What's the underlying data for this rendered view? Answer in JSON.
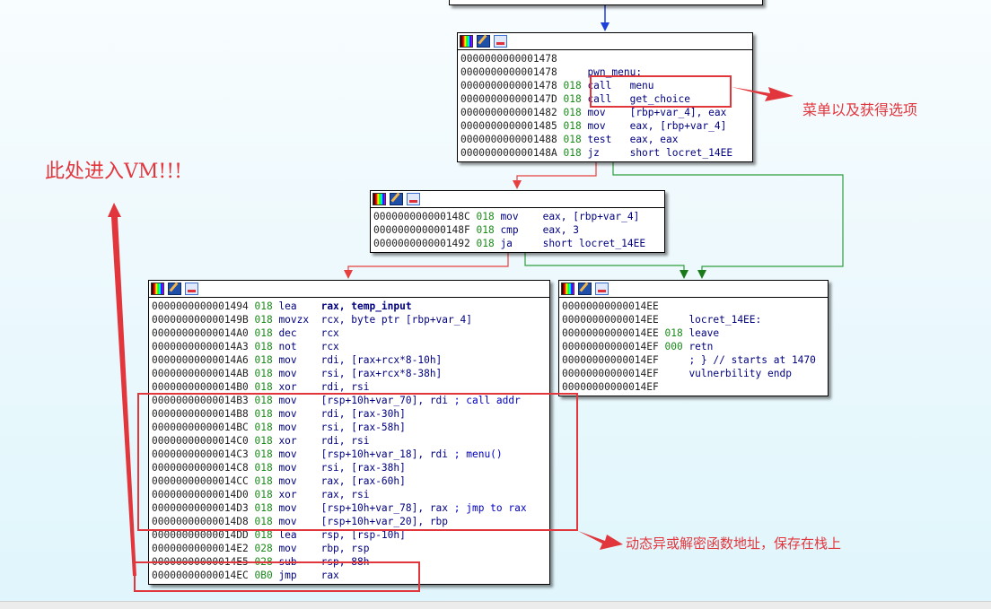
{
  "top_node": {
    "rows": [
      {
        "addr": "0000000000001478",
        "sp": "",
        "mn": "",
        "op": ""
      },
      {
        "addr": "0000000000001478",
        "sp": "",
        "mn": "",
        "op": "pwn_menu:",
        "label": true
      },
      {
        "addr": "0000000000001478",
        "sp": "018",
        "mn": "call",
        "op": "menu"
      },
      {
        "addr": "000000000000147D",
        "sp": "018",
        "mn": "call",
        "op": "get_choice"
      },
      {
        "addr": "0000000000001482",
        "sp": "018",
        "mn": "mov",
        "op": "[rbp+var_4], eax"
      },
      {
        "addr": "0000000000001485",
        "sp": "018",
        "mn": "mov",
        "op": "eax, [rbp+var_4]"
      },
      {
        "addr": "0000000000001488",
        "sp": "018",
        "mn": "test",
        "op": "eax, eax"
      },
      {
        "addr": "000000000000148A",
        "sp": "018",
        "mn": "jz",
        "op": "short locret_14EE"
      }
    ]
  },
  "mid_node": {
    "rows": [
      {
        "addr": "000000000000148C",
        "sp": "018",
        "mn": "mov",
        "op": "eax, [rbp+var_4]"
      },
      {
        "addr": "000000000000148F",
        "sp": "018",
        "mn": "cmp",
        "op": "eax, 3"
      },
      {
        "addr": "0000000000001492",
        "sp": "018",
        "mn": "ja",
        "op": "short locret_14EE"
      }
    ]
  },
  "left_node": {
    "rows": [
      {
        "addr": "0000000000001494",
        "sp": "018",
        "mn": "lea",
        "op": "rax, temp_input"
      },
      {
        "addr": "000000000000149B",
        "sp": "018",
        "mn": "movzx",
        "op": "rcx, byte ptr [rbp+var_4]"
      },
      {
        "addr": "00000000000014A0",
        "sp": "018",
        "mn": "dec",
        "op": "rcx"
      },
      {
        "addr": "00000000000014A3",
        "sp": "018",
        "mn": "not",
        "op": "rcx"
      },
      {
        "addr": "00000000000014A6",
        "sp": "018",
        "mn": "mov",
        "op": "rdi, [rax+rcx*8-10h]"
      },
      {
        "addr": "00000000000014AB",
        "sp": "018",
        "mn": "mov",
        "op": "rsi, [rax+rcx*8-38h]"
      },
      {
        "addr": "00000000000014B0",
        "sp": "018",
        "mn": "xor",
        "op": "rdi, rsi"
      },
      {
        "addr": "00000000000014B3",
        "sp": "018",
        "mn": "mov",
        "op": "[rsp+10h+var_70], rdi ; call addr"
      },
      {
        "addr": "00000000000014B8",
        "sp": "018",
        "mn": "mov",
        "op": "rdi, [rax-30h]"
      },
      {
        "addr": "00000000000014BC",
        "sp": "018",
        "mn": "mov",
        "op": "rsi, [rax-58h]"
      },
      {
        "addr": "00000000000014C0",
        "sp": "018",
        "mn": "xor",
        "op": "rdi, rsi"
      },
      {
        "addr": "00000000000014C3",
        "sp": "018",
        "mn": "mov",
        "op": "[rsp+10h+var_18], rdi ; menu()"
      },
      {
        "addr": "00000000000014C8",
        "sp": "018",
        "mn": "mov",
        "op": "rsi, [rax-38h]"
      },
      {
        "addr": "00000000000014CC",
        "sp": "018",
        "mn": "mov",
        "op": "rax, [rax-60h]"
      },
      {
        "addr": "00000000000014D0",
        "sp": "018",
        "mn": "xor",
        "op": "rax, rsi"
      },
      {
        "addr": "00000000000014D3",
        "sp": "018",
        "mn": "mov",
        "op": "[rsp+10h+var_78], rax ; jmp to rax"
      },
      {
        "addr": "00000000000014D8",
        "sp": "018",
        "mn": "mov",
        "op": "[rsp+10h+var_20], rbp"
      },
      {
        "addr": "00000000000014DD",
        "sp": "018",
        "mn": "lea",
        "op": "rsp, [rsp-10h]"
      },
      {
        "addr": "00000000000014E2",
        "sp": "028",
        "mn": "mov",
        "op": "rbp, rsp"
      },
      {
        "addr": "00000000000014E5",
        "sp": "028",
        "mn": "sub",
        "op": "rsp, 88h"
      },
      {
        "addr": "00000000000014EC",
        "sp": "0B0",
        "mn": "jmp",
        "op": "rax"
      }
    ]
  },
  "right_node": {
    "rows": [
      {
        "addr": "00000000000014EE",
        "sp": "",
        "mn": "",
        "op": ""
      },
      {
        "addr": "00000000000014EE",
        "sp": "",
        "mn": "",
        "op": "locret_14EE:",
        "label": true
      },
      {
        "addr": "00000000000014EE",
        "sp": "018",
        "mn": "leave",
        "op": ""
      },
      {
        "addr": "00000000000014EF",
        "sp": "000",
        "mn": "retn",
        "op": ""
      },
      {
        "addr": "00000000000014EF",
        "sp": "",
        "mn": "",
        "op": "; } // starts at 1470",
        "label": true
      },
      {
        "addr": "00000000000014EF",
        "sp": "",
        "mn": "",
        "op": "vulnerbility endp",
        "label": true
      },
      {
        "addr": "00000000000014EF",
        "sp": "",
        "mn": "",
        "op": ""
      }
    ]
  },
  "annotations": {
    "menu_note": "菜单以及获得选项",
    "vm_note": "此处进入VM!!!",
    "xor_note": "动态异或解密函数地址，保存在栈上"
  },
  "colors": {
    "annotation_red": "#e2363d",
    "edge_blue": "#1e3fd8",
    "edge_red": "#e84040",
    "edge_green": "#2f9e3f"
  }
}
